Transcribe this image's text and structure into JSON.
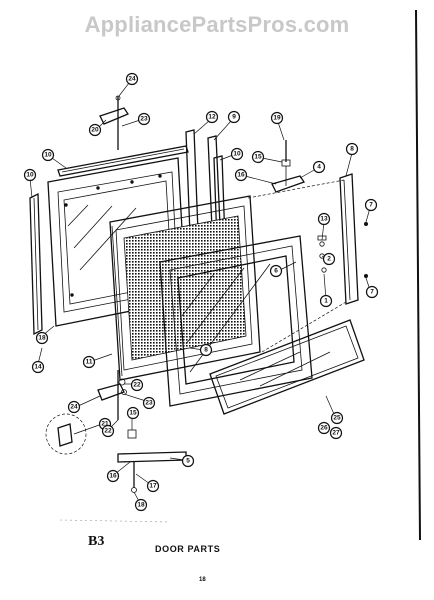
{
  "watermark": "AppliancePartsPros.com",
  "section": {
    "code": "B3",
    "title": "DOOR PARTS"
  },
  "page_number": "18",
  "callouts": [
    "24",
    "23",
    "20",
    "12",
    "9",
    "10",
    "10",
    "19",
    "15",
    "16",
    "4",
    "8",
    "7",
    "10",
    "13",
    "2",
    "6",
    "1",
    "7",
    "18",
    "14",
    "11",
    "8",
    "22",
    "23",
    "24",
    "21",
    "22",
    "15",
    "5",
    "16",
    "17",
    "18",
    "25",
    "26",
    "27"
  ]
}
